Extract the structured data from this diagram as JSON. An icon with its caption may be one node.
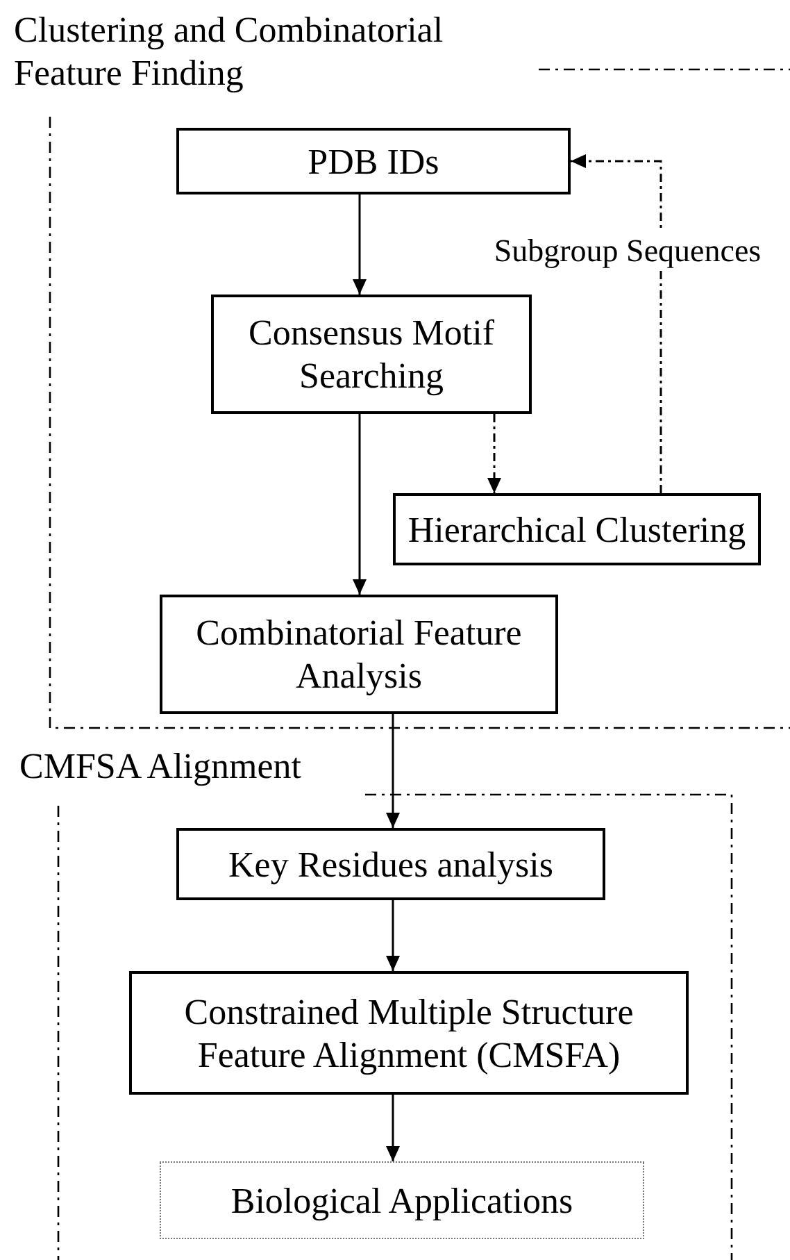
{
  "diagram": {
    "nodes": [
      {
        "text": [
          "Clustering and Combinatorial Feature Finding"
        ]
      },
      {
        "text": [
          "PDB IDs"
        ],
        "in": 0
      },
      {
        "text": [
          "Consensus Motif Searching"
        ],
        "in": 0
      },
      {
        "text": [
          "Hierarchical Clustering"
        ],
        "in": 0
      },
      {
        "text": [
          "Combinatorial Feature Analysis"
        ],
        "in": 0
      },
      {
        "text": [
          "CMFSA Alignment"
        ]
      },
      {
        "text": [
          "Key Residues analysis"
        ],
        "in": 5
      },
      {
        "text": [
          "Constrained Multiple Structure Feature Alignment (CMSFA)"
        ],
        "in": 5
      },
      {
        "text": [
          "Biological Applications"
        ],
        "in": 5
      }
    ],
    "edges": [
      {
        "from": 1,
        "to": 2,
        "arrow": "to"
      },
      {
        "from": 2,
        "to": 3,
        "arrow": "to",
        "style": "dashed"
      },
      {
        "from": 2,
        "to": 4,
        "arrow": "to"
      },
      {
        "from": 3,
        "to": 1,
        "arrow": "to",
        "style": "dashed",
        "label": "Subgroup Sequences"
      },
      {
        "from": 4,
        "to": 6,
        "arrow": "to"
      },
      {
        "from": 6,
        "to": 7,
        "arrow": "to"
      },
      {
        "from": 7,
        "to": 8,
        "arrow": "to"
      }
    ]
  }
}
